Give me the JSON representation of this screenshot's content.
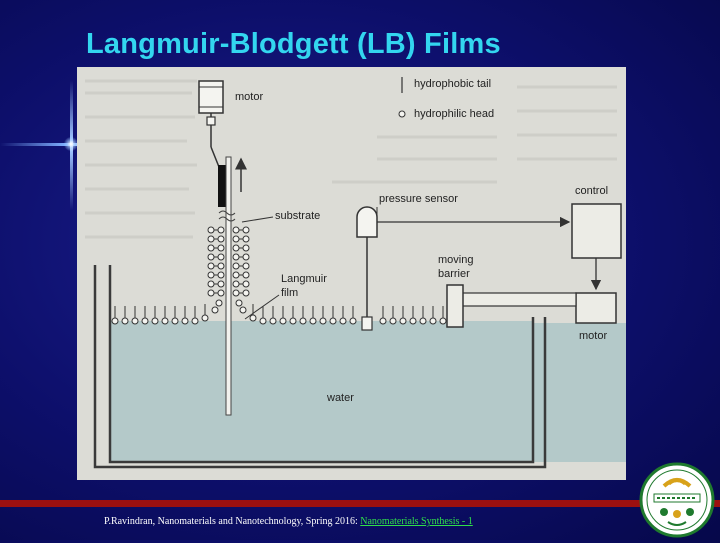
{
  "slide": {
    "title": "Langmuir-Blodgett (LB) Films",
    "footer_text": "P.Ravindran, Nanomaterials and Nanotechnology, Spring 2016: ",
    "footer_link": "Nanomaterials Synthesis - 1"
  },
  "diagram": {
    "labels": {
      "motor_top": "motor",
      "hydrophobic_tail": "hydrophobic tail",
      "hydrophilic_head": "hydrophilic head",
      "pressure_sensor": "pressure sensor",
      "control": "control",
      "substrate": "substrate",
      "langmuir_film_1": "Langmuir",
      "langmuir_film_2": "film",
      "moving_barrier_1": "moving",
      "moving_barrier_2": "barrier",
      "motor_right": "motor",
      "water": "water"
    }
  },
  "logo": {
    "colors": {
      "ring": "#1f7a2e",
      "gold": "#d8a21a"
    }
  }
}
